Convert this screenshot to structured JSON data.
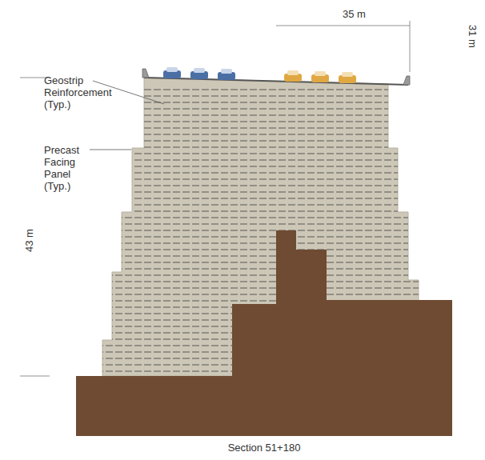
{
  "diagram": {
    "caption": "Section 51+180",
    "labels": [
      "35 m",
      "Geostrip Reinforcement (Typ.)",
      "Precast Facing Panel (Typ.)",
      "43 m",
      "31 m"
    ]
  }
}
